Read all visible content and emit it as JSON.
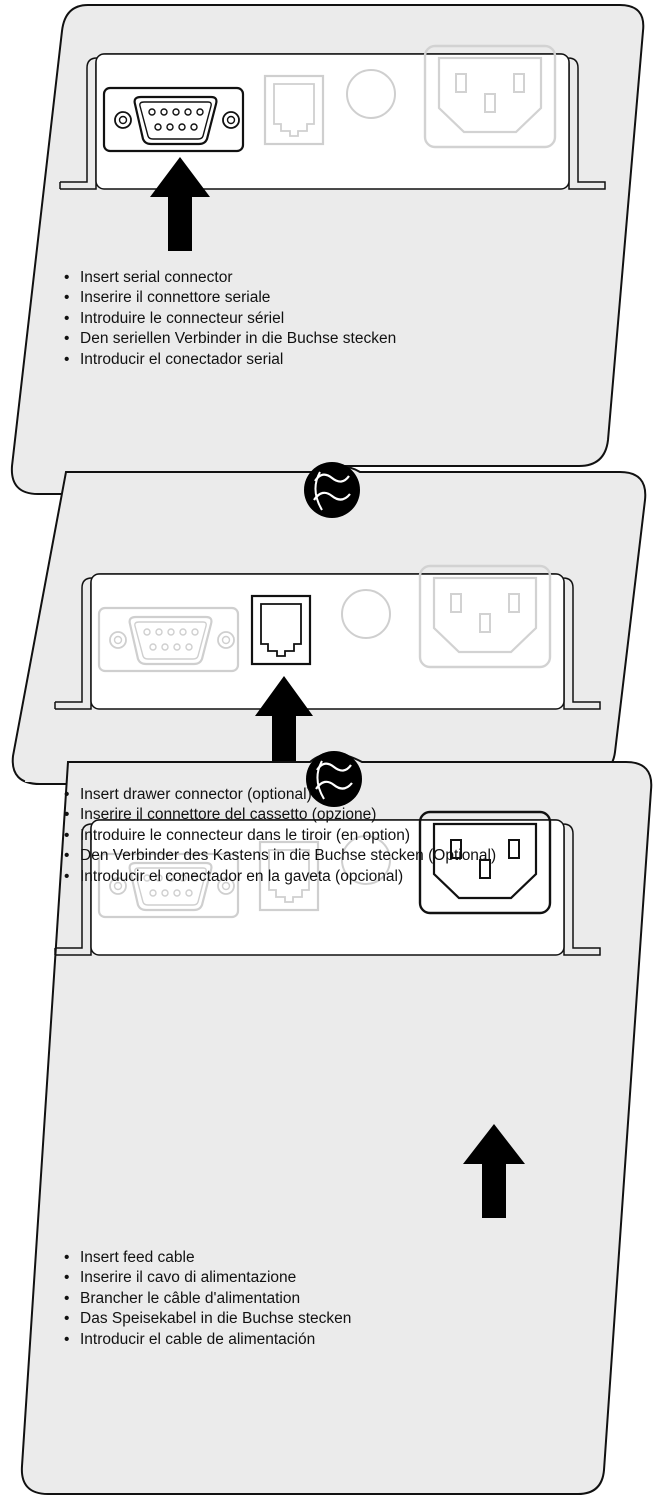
{
  "colors": {
    "panel_fill": "#ebebeb",
    "outline": "#111111",
    "faded_outline": "#c8c8c8",
    "arrow": "#000000"
  },
  "steps": [
    {
      "highlighted_connector": "serial-connector",
      "instructions": [
        "Insert serial connector",
        "Inserire il connettore seriale",
        "Introduire le connecteur sériel",
        "Den seriellen Verbinder in die Buchse stecken",
        "Introducir el conectador serial"
      ]
    },
    {
      "highlighted_connector": "drawer-connector",
      "instructions": [
        "Insert drawer connector (optional)",
        "Inserire il connettore del cassetto (opzione)",
        "Introduire le connecteur dans le tiroir (en option)",
        "Den Verbinder des Kastens in die Buchse stecken (Optional)",
        "Introducir el conectador en la gaveta (opcional)"
      ]
    },
    {
      "highlighted_connector": "power-connector",
      "instructions": [
        "Insert feed cable",
        "Inserire il cavo di alimentazione",
        "Brancher le câble d'alimentation",
        "Das Speisekabel in die Buchse stecken",
        "Introducir el cable de alimentación"
      ]
    }
  ]
}
